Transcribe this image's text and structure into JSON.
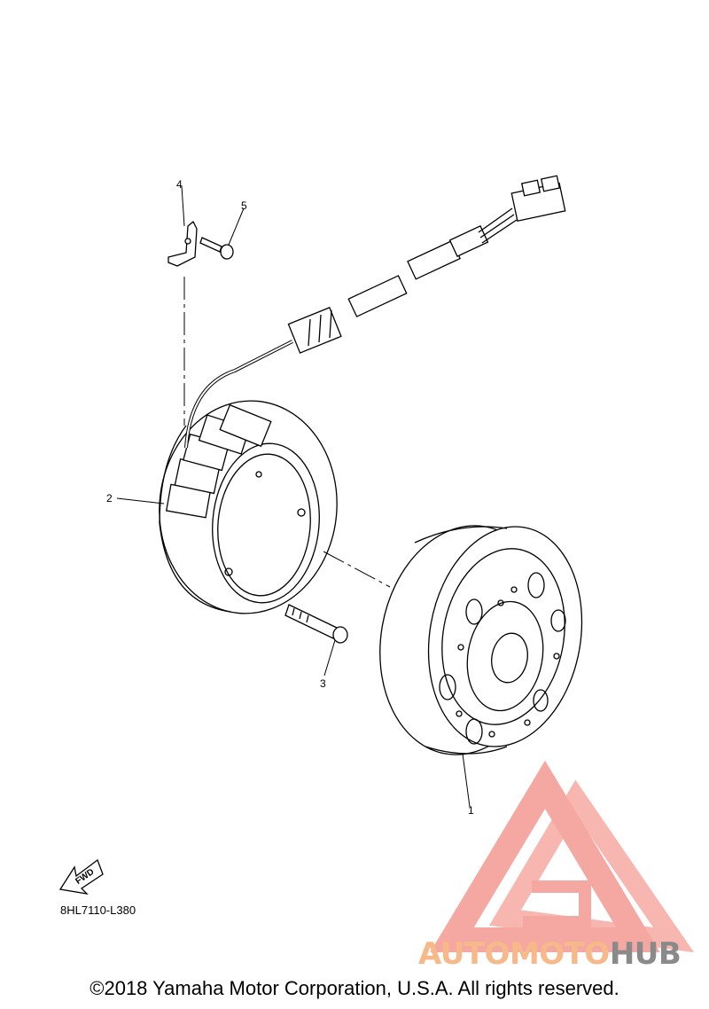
{
  "callouts": {
    "part1": "1",
    "part2": "2",
    "part3": "3",
    "part4": "4",
    "part5": "5"
  },
  "fwd_label": "FWD",
  "diagram_code": "8HL7110-L380",
  "watermark": {
    "part_a": "AUTOMOTO",
    "part_b": "HUB",
    "color_a": "#f7b98a",
    "color_b": "#8a8a8a",
    "logo_color": "#f4a49c"
  },
  "copyright": "©2018 Yamaha Motor Corporation, U.S.A. All rights reserved."
}
